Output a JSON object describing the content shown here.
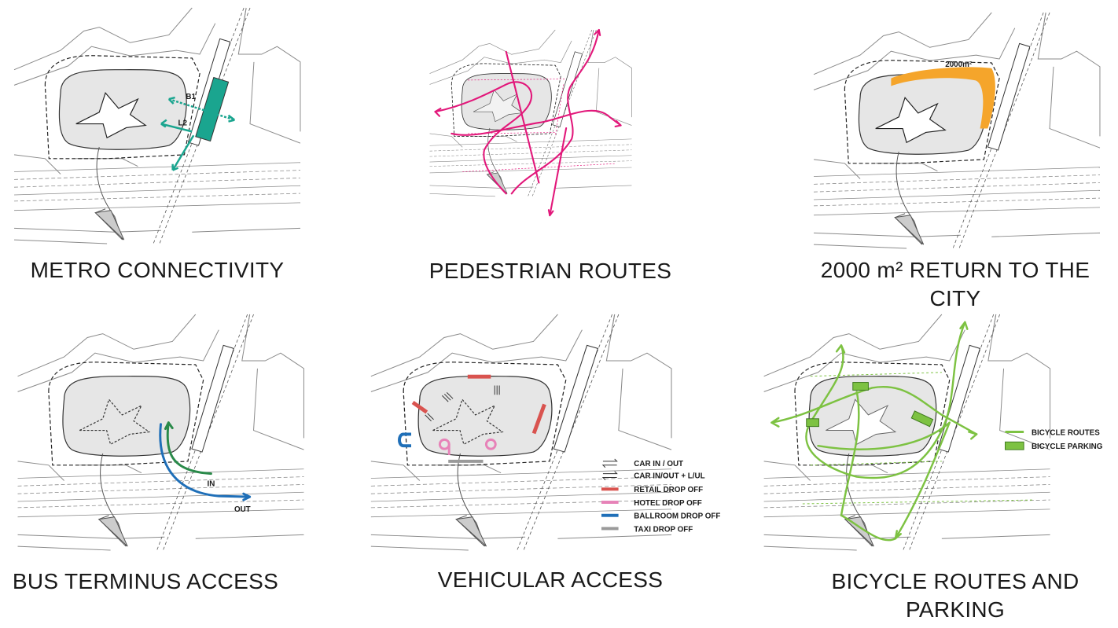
{
  "captions": {
    "metro": "METRO CONNECTIVITY",
    "pedestrian": "PEDESTRIAN ROUTES",
    "return_city": "2000 m² RETURN TO THE CITY",
    "bus": "BUS TERMINUS ACCESS",
    "vehicular": "VEHICULAR ACCESS",
    "bicycle": "BICYCLE ROUTES AND PARKING"
  },
  "metro": {
    "label_b1": "B1",
    "label_l2": "L2",
    "color": "#1aa58f"
  },
  "pedestrian": {
    "color": "#e2177a"
  },
  "return_city": {
    "area_label": "2000m²",
    "color": "#f5a52b"
  },
  "bus": {
    "label_in": "IN",
    "label_out": "OUT",
    "in_color": "#2a8a4a",
    "out_color": "#1f6fb8"
  },
  "vehicular": {
    "legend": [
      {
        "label": "CAR IN / OUT",
        "icon": "two-way-arrow"
      },
      {
        "label": "CAR IN/OUT + L/UL",
        "icon": "two-way-arrow"
      },
      {
        "label": "RETAIL DROP OFF",
        "color": "#d9534f"
      },
      {
        "label": "HOTEL DROP OFF",
        "color": "#e782b8"
      },
      {
        "label": "BALLROOM DROP OFF",
        "color": "#1f6fb8"
      },
      {
        "label": "TAXI DROP OFF",
        "color": "#9a9a9a"
      }
    ]
  },
  "bicycle": {
    "color": "#7dc242",
    "legend": [
      {
        "label": "BICYCLE ROUTES",
        "swatch": "line"
      },
      {
        "label": "BICYCLE PARKING",
        "swatch": "box"
      }
    ]
  }
}
